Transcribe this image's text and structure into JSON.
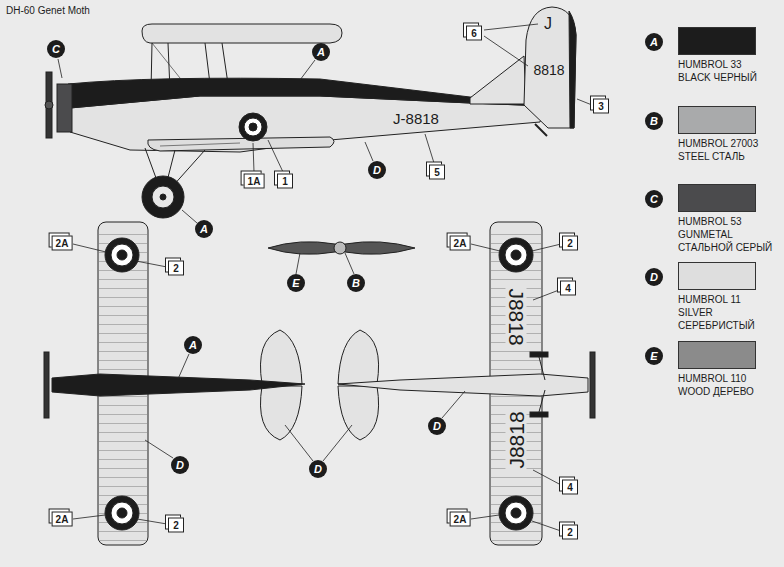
{
  "diagram": {
    "title": "DH-60 Genet Moth",
    "labels": [
      "C",
      "A",
      "6",
      "J",
      "8818",
      "3",
      "J-8818",
      "D",
      "5",
      "1A",
      "1",
      "A",
      "2A",
      "2",
      "E",
      "B",
      "2A",
      "2",
      "4",
      "J8818",
      "A",
      "D",
      "D",
      "D",
      "J8818",
      "4",
      "2A",
      "2",
      "2A",
      "2",
      "A",
      "B",
      "C",
      "D",
      "E"
    ],
    "legend": [
      {
        "text": "HUMBROL 33 BLACK ЧЕРНЫЙ",
        "color": "#1c1c1c"
      },
      {
        "text": "HUMBROL 27003 STEEL СТАЛЬ",
        "color": "#a9aaab"
      },
      {
        "text": "HUMBROL 53 GUNMETAL СТАЛЬНОЙ СЕРЫЙ",
        "color": "#4b4b4d"
      },
      {
        "text": "HUMBROL 11 SILVER СЕРЕБРИСТЫЙ",
        "color": "#dedede"
      },
      {
        "text": "HUMBROL 110 WOOD ДЕРЕВО",
        "color": "#8b8b8b"
      }
    ]
  }
}
